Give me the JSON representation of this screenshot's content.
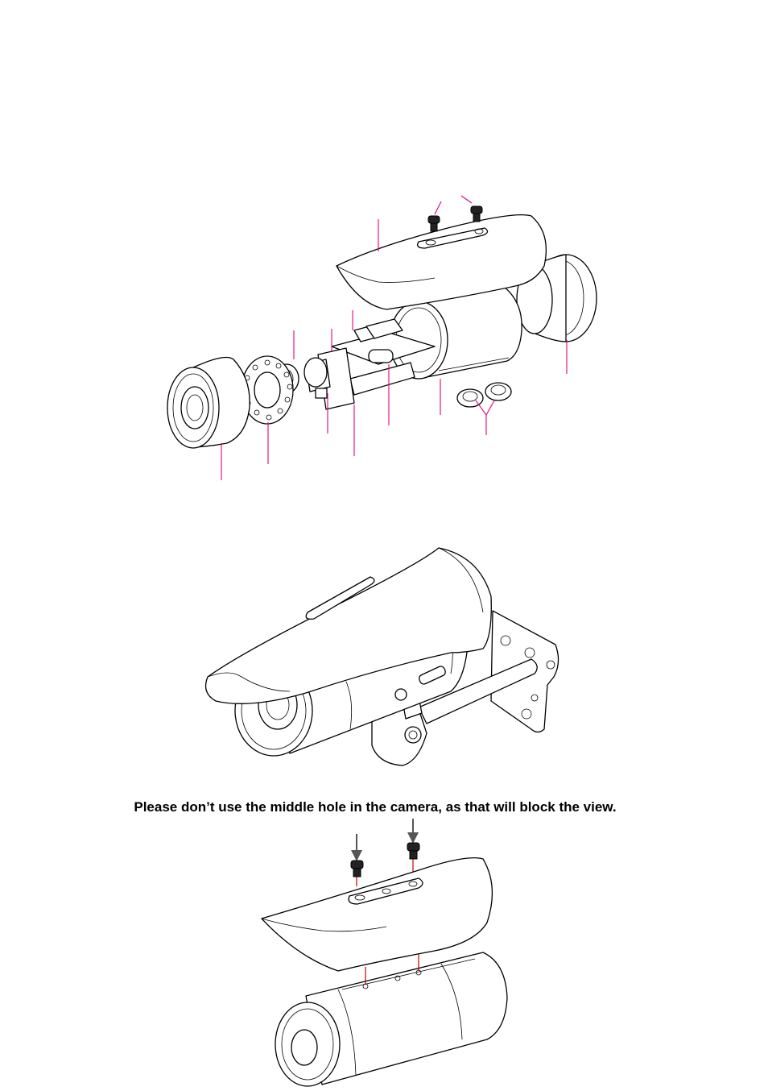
{
  "note": {
    "text": "Please don’t use the middle hole in the camera, as that will block the view."
  },
  "colors": {
    "leader_line": "#e6007e",
    "alignment_line": "#c00000",
    "arrow": "#555555",
    "line_art": "#000000"
  },
  "figures": [
    {
      "id": "exploded-view",
      "icon": "exploded-camera-drawing"
    },
    {
      "id": "assembled-view",
      "icon": "assembled-camera-on-bracket-drawing"
    },
    {
      "id": "sunshield-mounting-view",
      "icon": "sunshield-screw-alignment-drawing"
    }
  ]
}
